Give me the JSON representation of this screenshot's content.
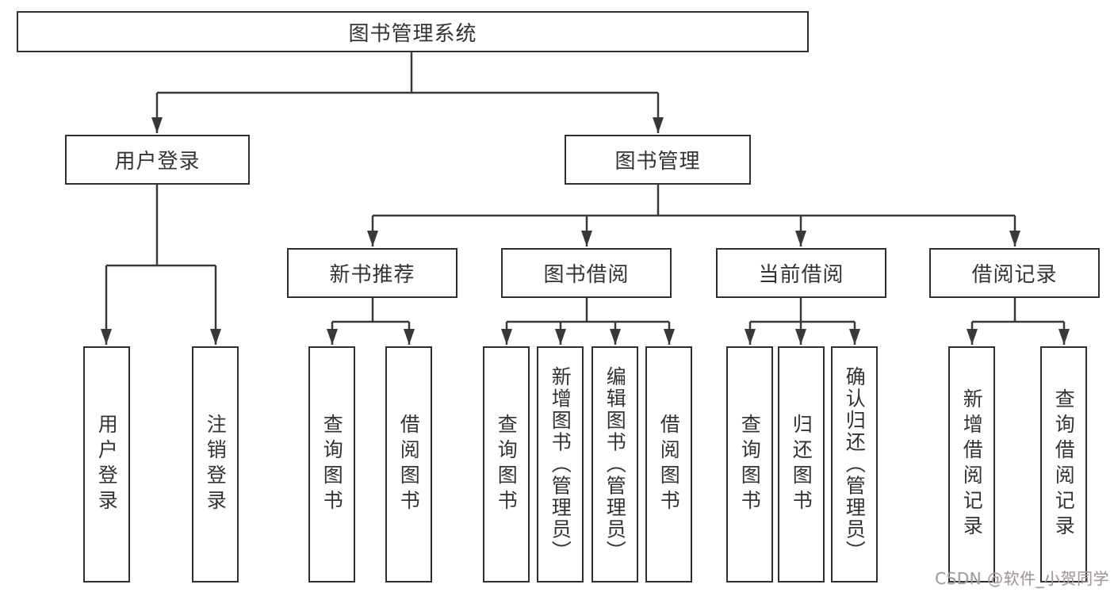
{
  "diagram": {
    "type": "hierarchy",
    "tree": {
      "root": {
        "label": "图书管理系统",
        "children": [
          {
            "label": "用户登录",
            "children": [
              {
                "label": "用户登录"
              },
              {
                "label": "注销登录"
              }
            ]
          },
          {
            "label": "图书管理",
            "children": [
              {
                "label": "新书推荐",
                "children": [
                  {
                    "label": "查询图书"
                  },
                  {
                    "label": "借阅图书"
                  }
                ]
              },
              {
                "label": "图书借阅",
                "children": [
                  {
                    "label": "查询图书"
                  },
                  {
                    "label": "新增图书（管理员）"
                  },
                  {
                    "label": "编辑图书（管理员）"
                  },
                  {
                    "label": "借阅图书"
                  }
                ]
              },
              {
                "label": "当前借阅",
                "children": [
                  {
                    "label": "查询图书"
                  },
                  {
                    "label": "归还图书"
                  },
                  {
                    "label": "确认归还（管理员）"
                  }
                ]
              },
              {
                "label": "借阅记录",
                "children": [
                  {
                    "label": "新增借阅记录"
                  },
                  {
                    "label": "查询借阅记录"
                  }
                ]
              }
            ]
          }
        ]
      }
    },
    "colors": {
      "line": "#383838",
      "box_border": "#2f2f2f",
      "text": "#333333",
      "background": "#ffffff",
      "watermark": "#9c9c9c"
    }
  },
  "watermark": {
    "text": "CSDN @软件_小贺同学"
  }
}
